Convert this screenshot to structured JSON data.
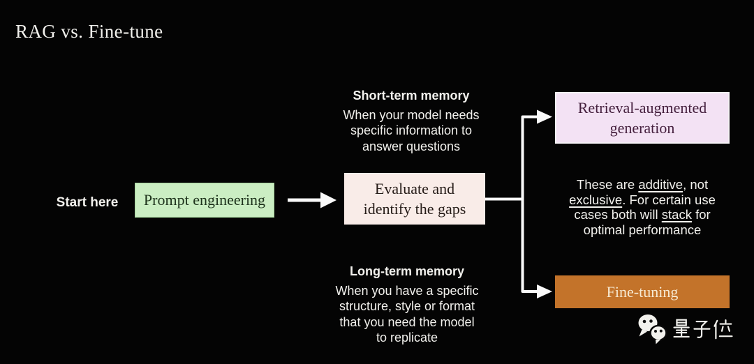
{
  "title": "RAG vs. Fine-tune",
  "colors": {
    "background": "#040404",
    "text_primary": "#f2f1ed",
    "connector": "#fafafa",
    "prompt_box_bg": "#cbeec3",
    "prompt_box_border": "#a3d49a",
    "prompt_box_text": "#1e331c",
    "evaluate_box_bg": "#f9ece8",
    "evaluate_box_text": "#261c18",
    "rag_box_bg": "#f3e2f4",
    "rag_box_border": "#f6f2f6",
    "rag_box_text": "#45203e",
    "finetune_box_bg": "#c3732a",
    "finetune_box_text": "#f7ead3"
  },
  "flow": {
    "start_label": "Start here",
    "prompt_node": "Prompt engineering",
    "evaluate_node": {
      "lines": [
        "Evaluate and",
        "identify the gaps"
      ]
    },
    "short_term": {
      "heading": "Short-term memory",
      "lines": [
        "When your model needs",
        "specific information to",
        "answer questions"
      ]
    },
    "long_term": {
      "heading": "Long-term memory",
      "lines": [
        "When you have a specific",
        "structure, style or format",
        "that you need the model",
        "to replicate"
      ]
    },
    "rag_node": {
      "lines": [
        "Retrieval-augmented",
        "generation"
      ]
    },
    "finetune_node": "Fine-tuning",
    "note": {
      "seg1": "These are ",
      "seg2_underlined": "additive",
      "seg3": ", not",
      "seg4_underlined": "exclusive",
      "seg5": ". For certain use",
      "seg6": "cases both will ",
      "seg7_underlined": "stack",
      "seg8": " for",
      "seg9": "optimal performance"
    }
  },
  "watermark": {
    "icon": "wechat-icon",
    "text": "量子位"
  }
}
